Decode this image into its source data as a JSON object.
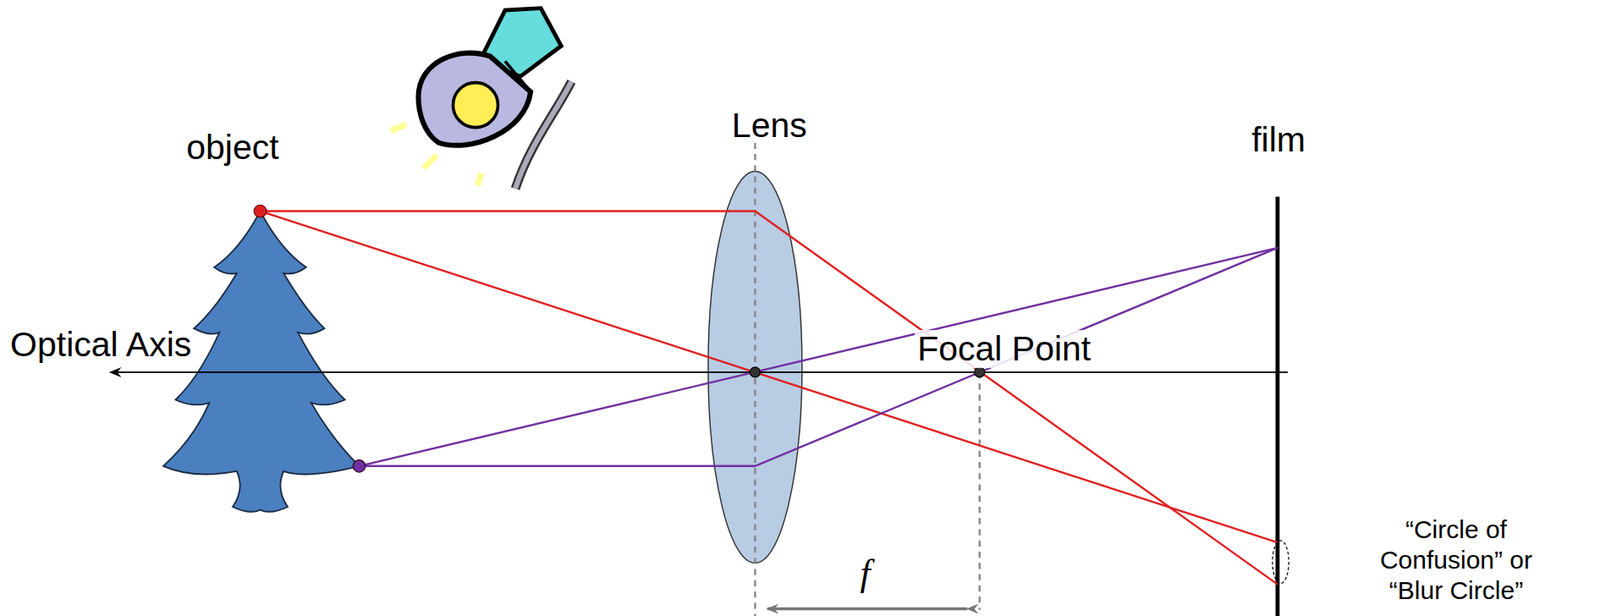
{
  "diagram": {
    "labels": [
      "object",
      "Lens",
      "film",
      "Optical Axis",
      "Focal Point",
      "f",
      "“Circle of Confusion” or “Blur Circle”"
    ]
  }
}
